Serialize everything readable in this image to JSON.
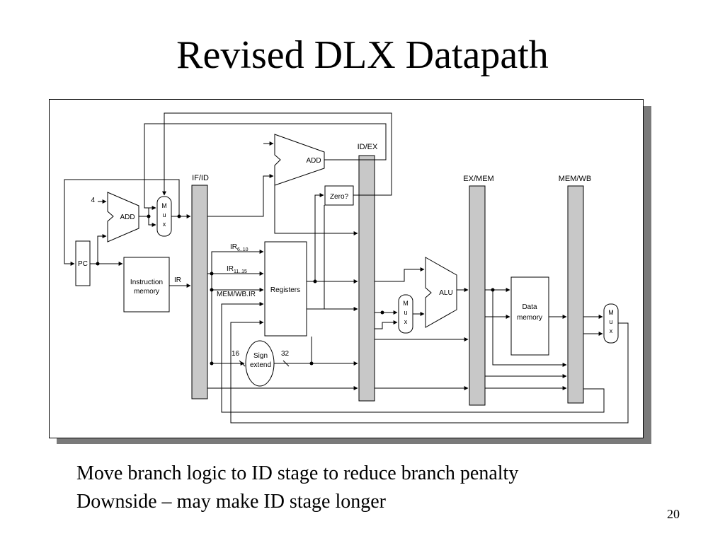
{
  "title": "Revised DLX Datapath",
  "diagram": {
    "registers": {
      "if_id": "IF/ID",
      "id_ex": "ID/EX",
      "ex_mem": "EX/MEM",
      "mem_wb": "MEM/WB"
    },
    "units": {
      "pc": "PC",
      "add_left": "ADD",
      "add_top": "ADD",
      "zero": "Zero?",
      "instruction_memory": [
        "Instruction",
        "memory"
      ],
      "register_file": "Registers",
      "alu": "ALU",
      "data_memory": [
        "Data",
        "memory"
      ],
      "sign_extend": [
        "Sign",
        "extend"
      ]
    },
    "mux_letters": [
      "M",
      "u",
      "x"
    ],
    "signals": {
      "four": "4",
      "ir": "IR",
      "ir_6_10": {
        "base": "IR",
        "sub": "6..10"
      },
      "ir_11_15": {
        "base": "IR",
        "sub": "11..15"
      },
      "mem_wb_ir": "MEM/WB.IR",
      "bits_16": "16",
      "bits_32": "32"
    }
  },
  "bullets": [
    "Move branch logic to ID stage to reduce branch penalty",
    "Downside – may make ID stage longer"
  ],
  "page_number": "20"
}
